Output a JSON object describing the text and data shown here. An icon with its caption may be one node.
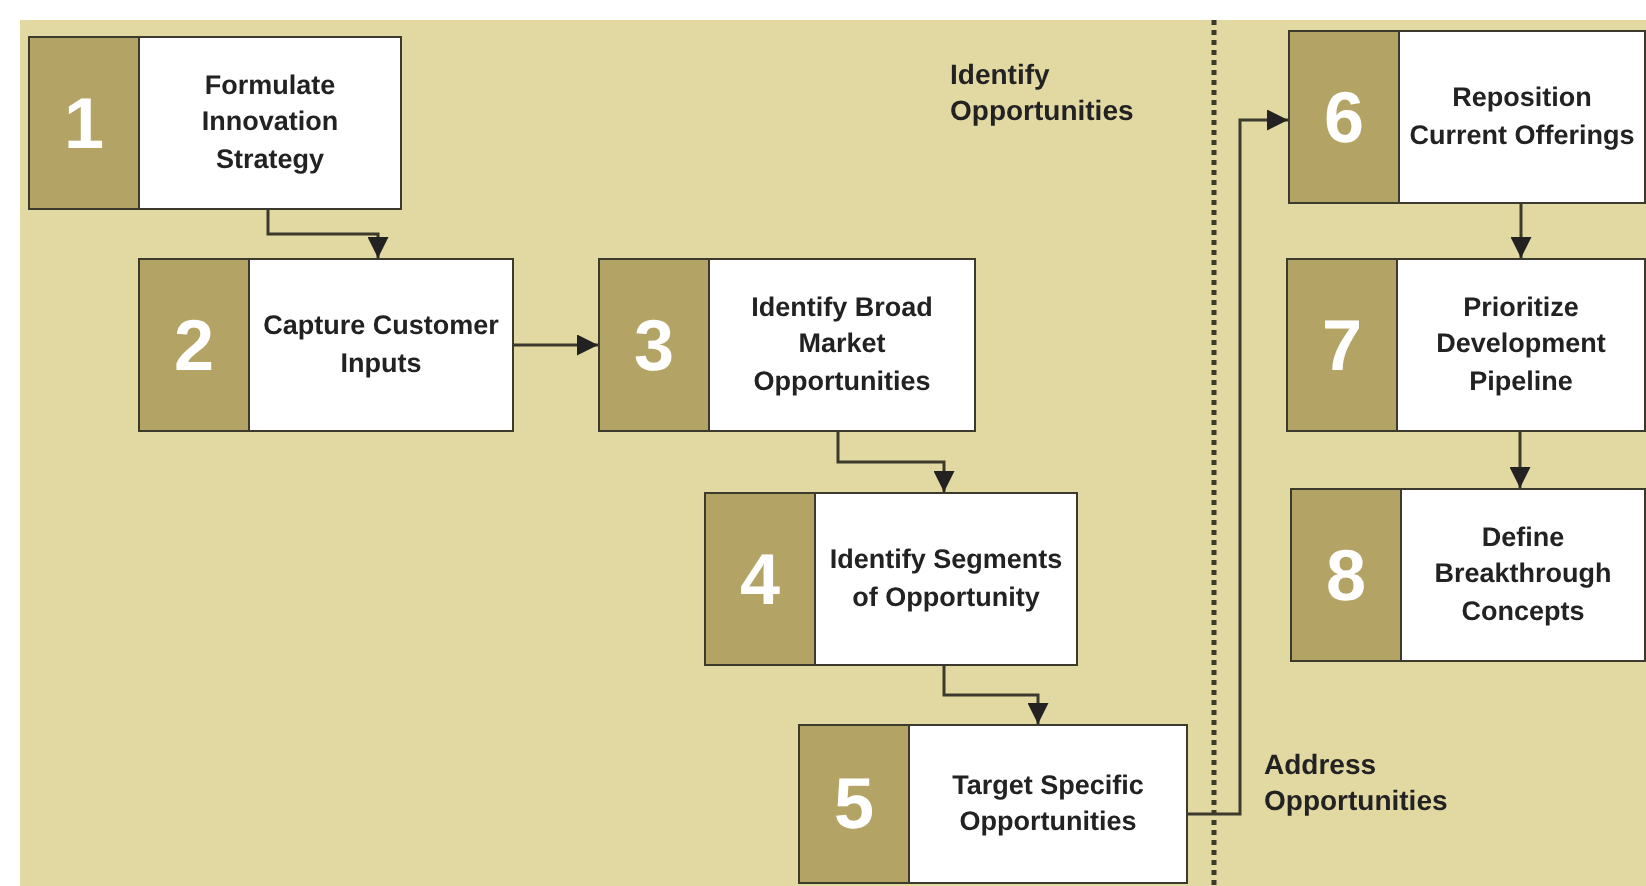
{
  "diagram": {
    "nodes": [
      {
        "text": [
          "1",
          "Formulate Innovation Strategy"
        ]
      },
      {
        "text": [
          "2",
          "Capture Customer Inputs"
        ]
      },
      {
        "text": [
          "3",
          "Identify Broad Market Opportunities"
        ]
      },
      {
        "text": [
          "4",
          "Identify Segments of Opportunity"
        ]
      },
      {
        "text": [
          "5",
          "Target Specific Opportunities"
        ]
      },
      {
        "text": [
          "6",
          "Reposition Current Offerings"
        ]
      },
      {
        "text": [
          "7",
          "Prioritize Development Pipeline"
        ]
      },
      {
        "text": [
          "8",
          "Define Breakthrough Concepts"
        ]
      }
    ],
    "edges": [
      {
        "from": 0,
        "to": 1,
        "arrow": "to"
      },
      {
        "from": 1,
        "to": 2,
        "arrow": "to"
      },
      {
        "from": 2,
        "to": 3,
        "arrow": "to"
      },
      {
        "from": 3,
        "to": 4,
        "arrow": "to"
      },
      {
        "from": 4,
        "to": 5,
        "arrow": "to"
      },
      {
        "from": 5,
        "to": 6,
        "arrow": "to"
      },
      {
        "from": 6,
        "to": 7,
        "arrow": "to"
      }
    ],
    "labels": [
      "Identify Opportunities",
      "Address Opportunities"
    ]
  }
}
